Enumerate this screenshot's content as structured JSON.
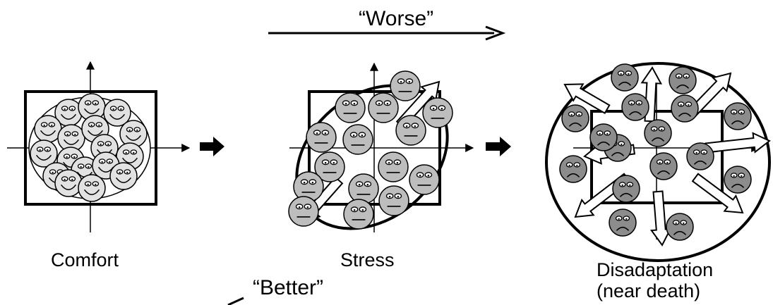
{
  "labels": {
    "worse": "“Worse”",
    "better": "“Better”",
    "comfort": "Comfort",
    "stress": "Stress",
    "disadaptation_line1": "Disadaptation",
    "disadaptation_line2": "(near death)"
  },
  "panels": [
    {
      "key": "comfort",
      "face_expression": "happy",
      "face_fill": "#e2e2e2",
      "face_count": 17
    },
    {
      "key": "stress",
      "face_expression": "neutral",
      "face_fill": "#bdbdbd",
      "face_count": 15
    },
    {
      "key": "disadaptation",
      "face_expression": "sad",
      "face_fill": "#8c8c8c",
      "face_count": 16
    }
  ],
  "colors": {
    "stroke": "#000000",
    "background": "#ffffff"
  }
}
